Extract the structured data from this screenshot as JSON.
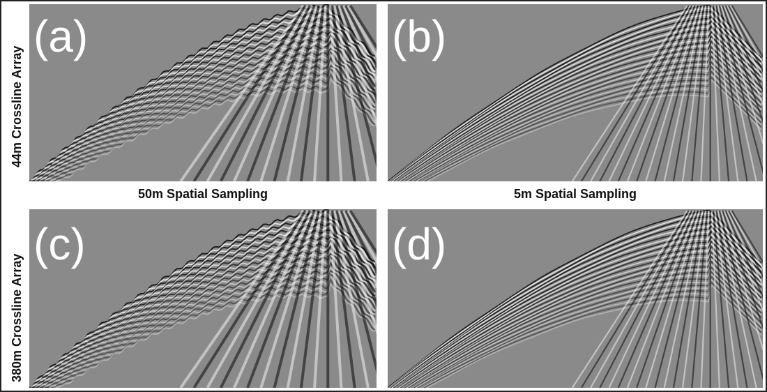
{
  "figure": {
    "row_labels": [
      "44m Crossline Array",
      "380m Crossline Array"
    ],
    "column_labels": [
      "50m Spatial Sampling",
      "5m Spatial Sampling"
    ],
    "panels": [
      {
        "id": "a",
        "label": "(a)"
      },
      {
        "id": "b",
        "label": "(b)"
      },
      {
        "id": "c",
        "label": "(c)"
      },
      {
        "id": "d",
        "label": "(d)"
      }
    ]
  },
  "colors": {
    "background": "#8a8a8a",
    "wave_dark": "#0a0a0a",
    "wave_light": "#f2f2f2",
    "label": "#ffffff"
  }
}
